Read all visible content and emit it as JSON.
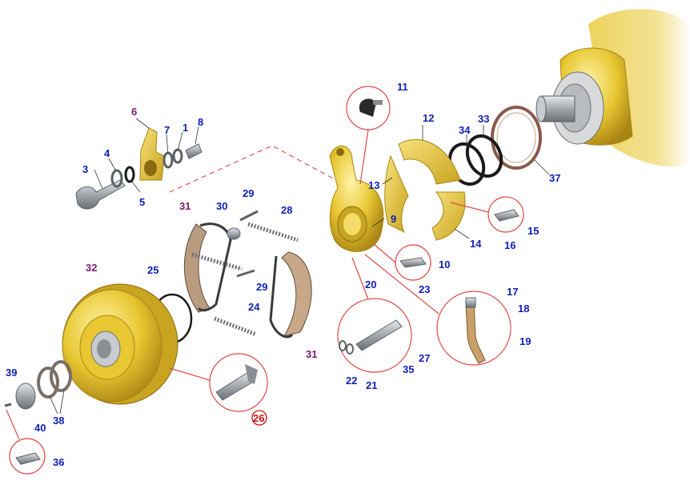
{
  "diagram": {
    "colors": {
      "part_fill": "#e8c732",
      "part_dark": "#b99419",
      "steel": "#9aa0a6",
      "steel_dark": "#5c6166",
      "label_blue": "#0d1fb3",
      "label_purple": "#7a1a6b",
      "callout_red": "#cc1111",
      "bubble_stroke": "#e04848"
    },
    "labels": {
      "l1": "1",
      "l3": "3",
      "l4": "4",
      "l5": "5",
      "l6": "6",
      "l7": "7",
      "l8": "8",
      "l9": "9",
      "l10": "10",
      "l11": "11",
      "l12": "12",
      "l13": "13",
      "l14": "14",
      "l15": "15",
      "l16": "16",
      "l17": "17",
      "l18": "18",
      "l19": "19",
      "l20": "20",
      "l21": "21",
      "l22": "22",
      "l23": "23",
      "l24": "24",
      "l25": "25",
      "l26": "26",
      "l27": "27",
      "l28": "28",
      "l29a": "29",
      "l29b": "29",
      "l30": "30",
      "l31a": "31",
      "l31b": "31",
      "l32": "32",
      "l33": "33",
      "l34": "34",
      "l35": "35",
      "l36": "36",
      "l37": "37",
      "l38": "38",
      "l39": "39",
      "l40": "40"
    }
  }
}
